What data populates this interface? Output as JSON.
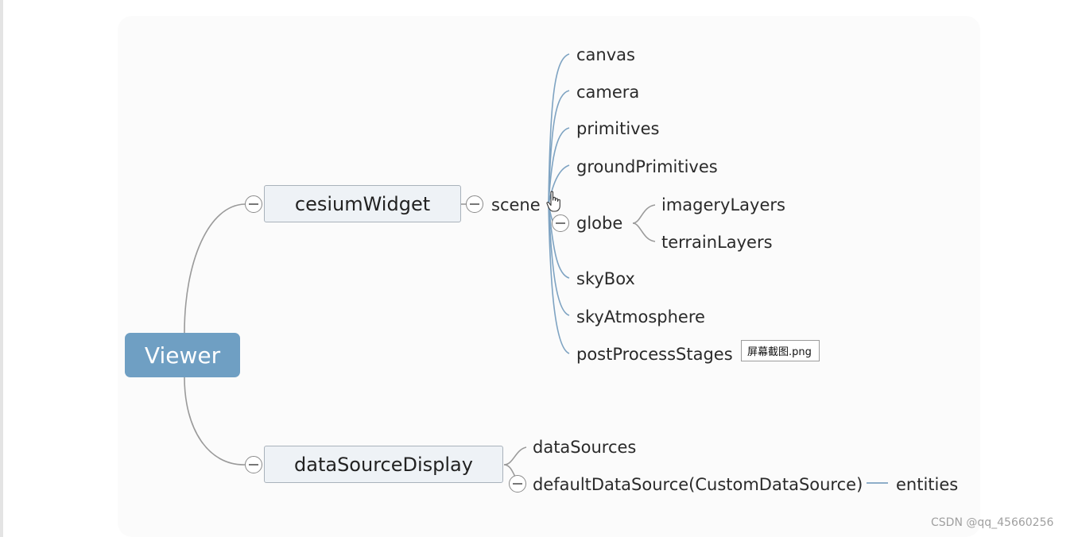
{
  "mindmap": {
    "root": "Viewer",
    "branches": {
      "cesium_widget": {
        "label": "cesiumWidget",
        "scene": {
          "label": "scene",
          "children": {
            "canvas": "canvas",
            "camera": "camera",
            "primitives": "primitives",
            "ground_primitives": "groundPrimitives",
            "globe": {
              "label": "globe",
              "children": {
                "imagery_layers": "imageryLayers",
                "terrain_layers": "terrainLayers"
              }
            },
            "sky_box": "skyBox",
            "sky_atmosphere": "skyAtmosphere",
            "post_process_stages": "postProcessStages"
          },
          "attachment": "屏幕截图.png"
        }
      },
      "data_source_display": {
        "label": "dataSourceDisplay",
        "children": {
          "data_sources": "dataSources",
          "default_data_source": {
            "label": "defaultDataSource(CustomDataSource)",
            "child": "entities"
          }
        }
      }
    }
  },
  "watermark": "CSDN @qq_45660256",
  "colors": {
    "root_fill": "#6f9fc3",
    "root_text": "#ffffff",
    "box_fill": "#eef2f6",
    "box_border": "#a9b2bb",
    "scene_branch_line": "#7ea3c2",
    "main_branch_line": "#9a9a9a"
  },
  "icons": [
    "collapse-toggle-icon",
    "hand-cursor-icon",
    "attachment-file"
  ]
}
